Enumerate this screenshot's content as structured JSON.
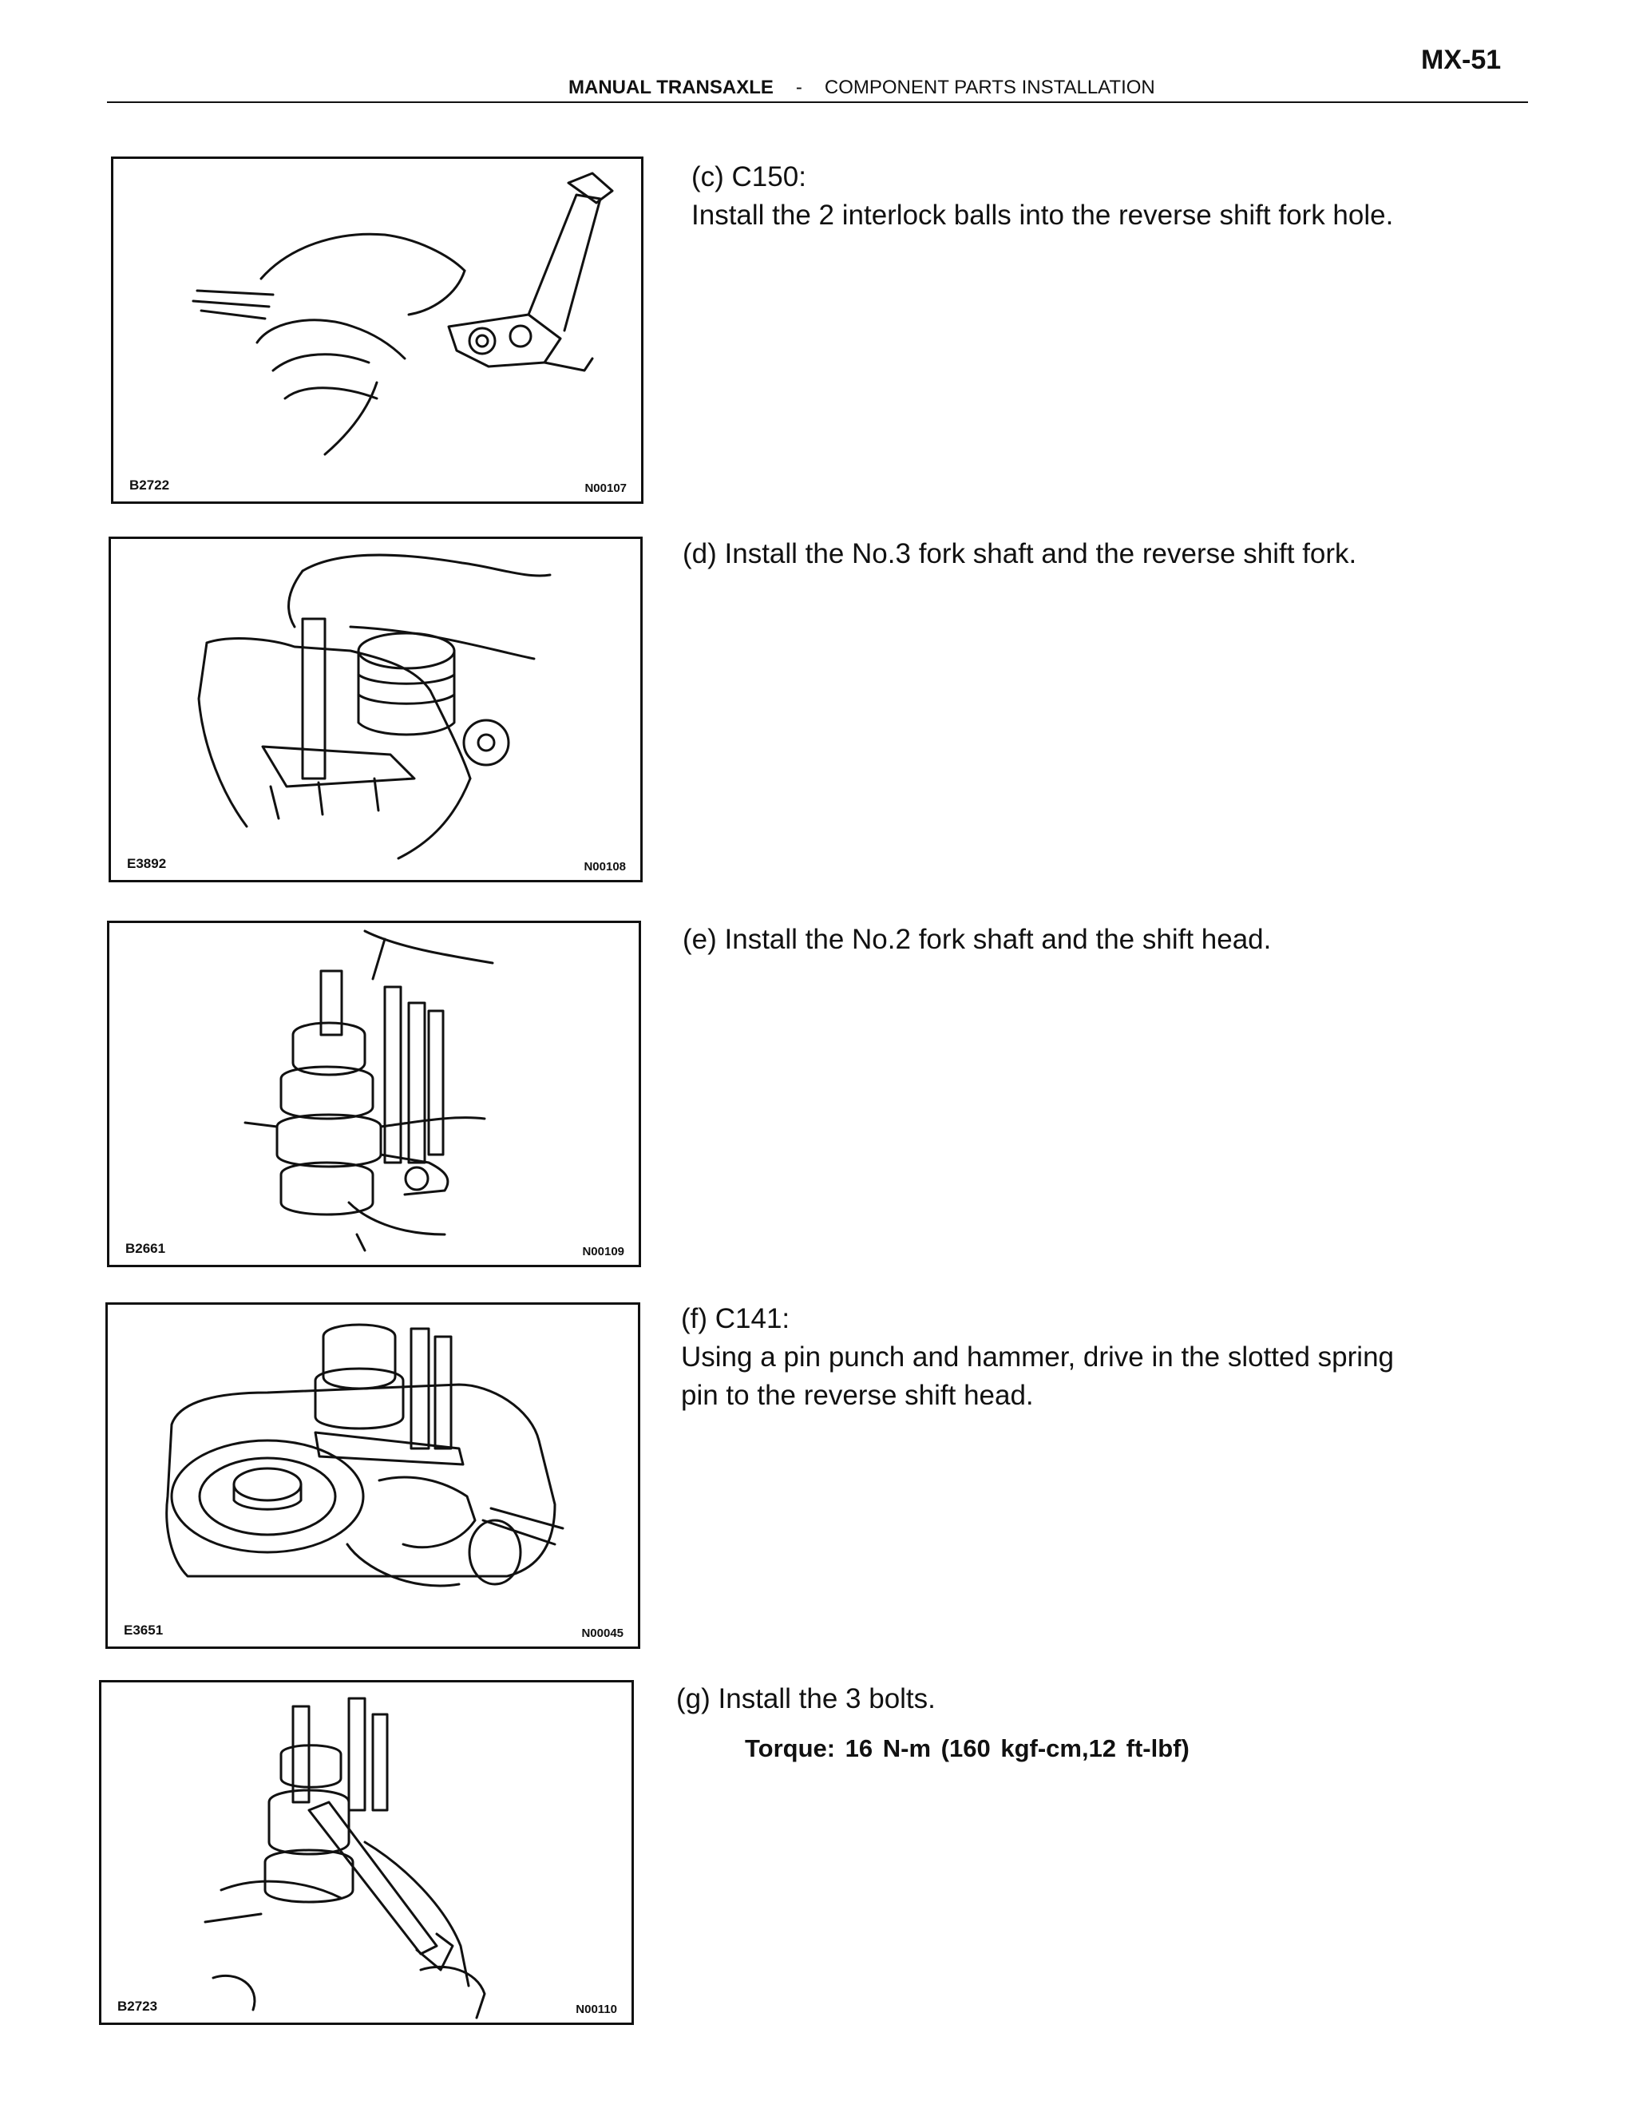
{
  "header": {
    "page_number": "MX-51",
    "section": "MANUAL TRANSAXLE",
    "separator": "-",
    "subsection": "COMPONENT PARTS INSTALLATION"
  },
  "steps": [
    {
      "figure": {
        "code": "B2722",
        "ref": "N00107"
      },
      "label": "(c) C150:",
      "text": "Install the 2 interlock balls into the reverse shift fork hole."
    },
    {
      "figure": {
        "code": "E3892",
        "ref": "N00108"
      },
      "label": "",
      "text": "(d) Install the No.3 fork shaft and the reverse shift fork."
    },
    {
      "figure": {
        "code": "B2661",
        "ref": "N00109"
      },
      "label": "",
      "text": "(e) Install the No.2 fork shaft and the shift head."
    },
    {
      "figure": {
        "code": "E3651",
        "ref": "N00045"
      },
      "label": "(f) C141:",
      "text": "Using a pin punch and hammer, drive in the slotted spring pin to the reverse shift head."
    },
    {
      "figure": {
        "code": "B2723",
        "ref": "N00110"
      },
      "label": "",
      "text": "(g) Install the 3 bolts.",
      "torque": "Torque: 16 N-m (160 kgf-cm,12 ft-lbf)"
    }
  ]
}
